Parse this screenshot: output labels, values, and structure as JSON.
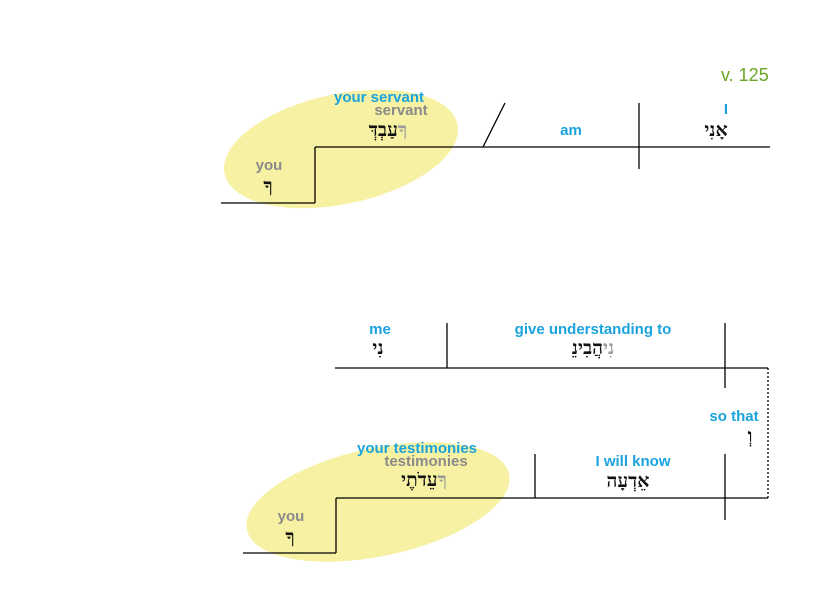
{
  "verse_ref": "v. 125",
  "colors": {
    "english": "#1aa3dc",
    "lexical": "#8a8a8a",
    "verse": "#6aa621",
    "highlight": "#f7f1a3"
  },
  "clause1": {
    "subject": {
      "english": "I",
      "hebrew": "אָנִי"
    },
    "verb": {
      "english": "am"
    },
    "predicate": {
      "english": "your servant",
      "lexical": "servant",
      "hebrew_main": "עַבְדְּ",
      "hebrew_suffix": "ךָ"
    },
    "possessor": {
      "lexical": "you",
      "hebrew": "ךָ"
    }
  },
  "clause2": {
    "verb": {
      "english": "give understanding to",
      "hebrew_main": "הֲבִינֵ",
      "hebrew_suffix": "נִי"
    },
    "object": {
      "english": "me",
      "hebrew": "נִי"
    }
  },
  "conjunction": {
    "english": "so that",
    "hebrew": "וְ"
  },
  "clause3": {
    "verb": {
      "english": "I will know",
      "hebrew": "אֵדְעָה"
    },
    "object": {
      "english": "your testimonies",
      "lexical": "testimonies",
      "hebrew_main": "עֵדֹתֶי",
      "hebrew_suffix": "ךָ"
    },
    "possessor": {
      "lexical": "you",
      "hebrew": "ךָ"
    }
  }
}
